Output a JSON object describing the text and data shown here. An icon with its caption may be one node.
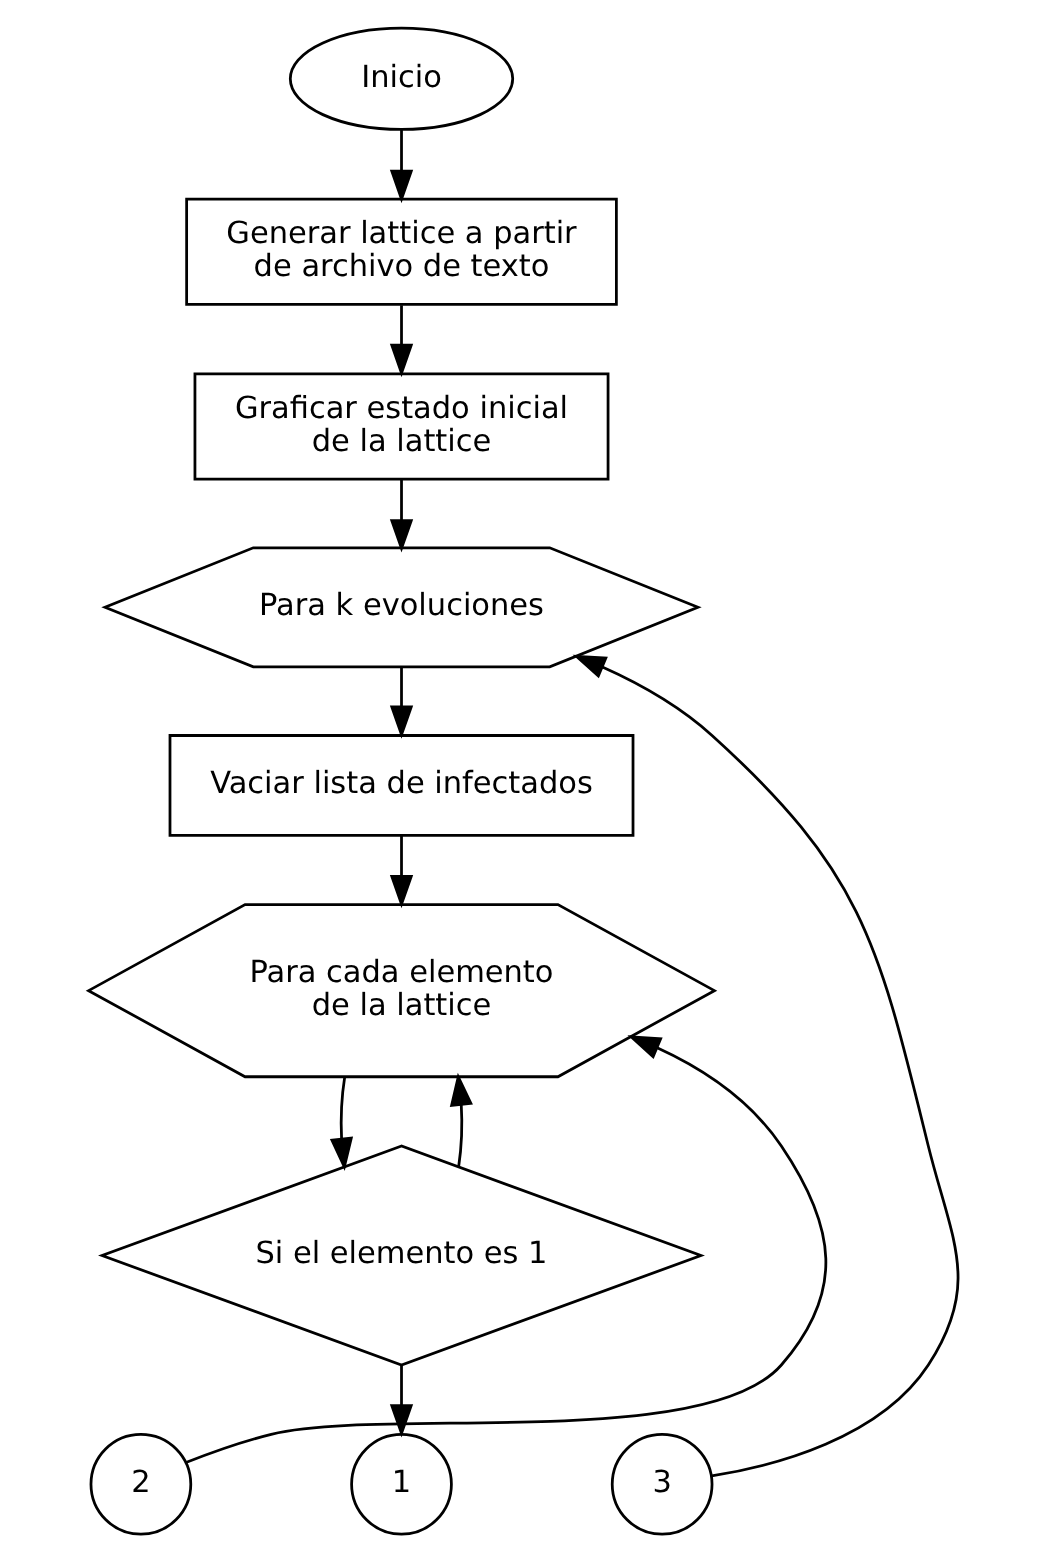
{
  "diagram": {
    "nodes": [
      {
        "text": [
          "Inicio"
        ]
      },
      {
        "text": [
          "Generar lattice a partir de archivo de texto"
        ]
      },
      {
        "text": [
          "Graficar estado inicial de la lattice"
        ]
      },
      {
        "text": [
          "Para k evoluciones"
        ]
      },
      {
        "text": [
          "Vaciar lista de infectados"
        ]
      },
      {
        "text": [
          "Para cada elemento de la lattice"
        ]
      },
      {
        "text": [
          "Si el elemento es 1"
        ]
      },
      {
        "text": [
          "2"
        ]
      },
      {
        "text": [
          "1"
        ]
      },
      {
        "text": [
          "3"
        ]
      }
    ],
    "edges": [
      {
        "from": 0,
        "to": 1,
        "arrow": "to"
      },
      {
        "from": 1,
        "to": 2,
        "arrow": "to"
      },
      {
        "from": 2,
        "to": 3,
        "arrow": "to"
      },
      {
        "from": 3,
        "to": 4,
        "arrow": "to"
      },
      {
        "from": 4,
        "to": 5,
        "arrow": "to"
      },
      {
        "from": 5,
        "to": 6,
        "arrow": "to"
      },
      {
        "from": 6,
        "to": 5,
        "arrow": "to"
      },
      {
        "from": 6,
        "to": 8,
        "arrow": "to"
      },
      {
        "from": 7,
        "to": 5,
        "arrow": "to"
      },
      {
        "from": 9,
        "to": 3,
        "arrow": "to"
      }
    ]
  }
}
